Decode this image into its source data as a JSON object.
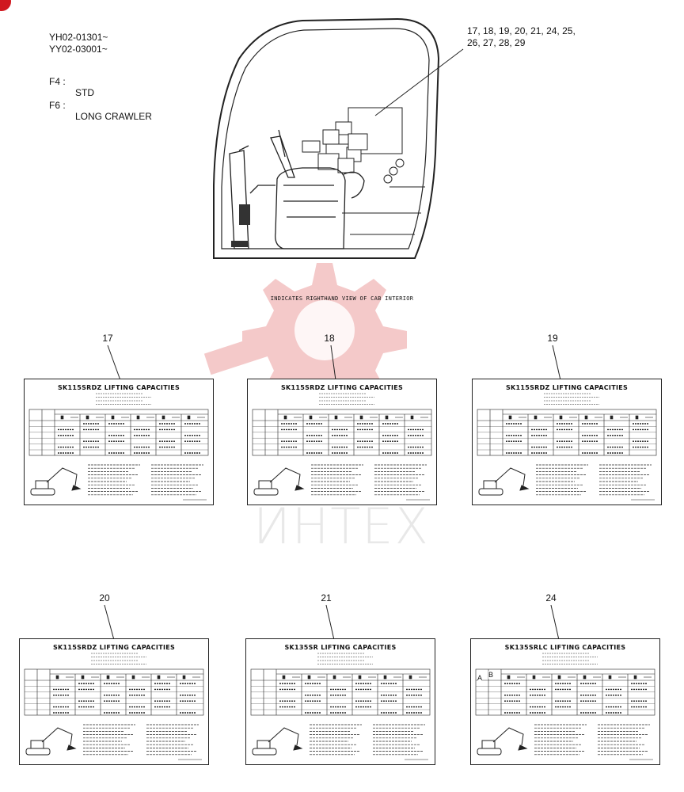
{
  "header": {
    "serials": [
      "YH02-01301~",
      "YY02-03001~"
    ],
    "variants": [
      {
        "code": "F4 :",
        "name": "STD"
      },
      {
        "code": "F6 :",
        "name": "LONG CRAWLER"
      }
    ]
  },
  "main_callout": {
    "line1": "17, 18, 19, 20, 21, 24, 25,",
    "line2": "26, 27, 28, 29"
  },
  "cab_caption": "INDICATES RIGHTHAND VIEW OF CAB INTERIOR",
  "watermark": "ИНТЕХ",
  "decals": [
    {
      "number": "17",
      "title": "SK115SRDZ  LIFTING  CAPACITIES"
    },
    {
      "number": "18",
      "title": "SK115SRDZ  LIFTING  CAPACITIES"
    },
    {
      "number": "19",
      "title": "SK115SRDZ  LIFTING  CAPACITIES"
    },
    {
      "number": "20",
      "title": "SK115SRDZ  LIFTING  CAPACITIES"
    },
    {
      "number": "21",
      "title": "SK135SR  LIFTING  CAPACITIES"
    },
    {
      "number": "24",
      "title": "SK135SRLC  LIFTING  CAPACITIES",
      "column_a": "A",
      "column_b": "B"
    }
  ],
  "colors": {
    "corner_mark": "#d0181f",
    "watermark": "#f0b8b8",
    "line": "#222222"
  }
}
